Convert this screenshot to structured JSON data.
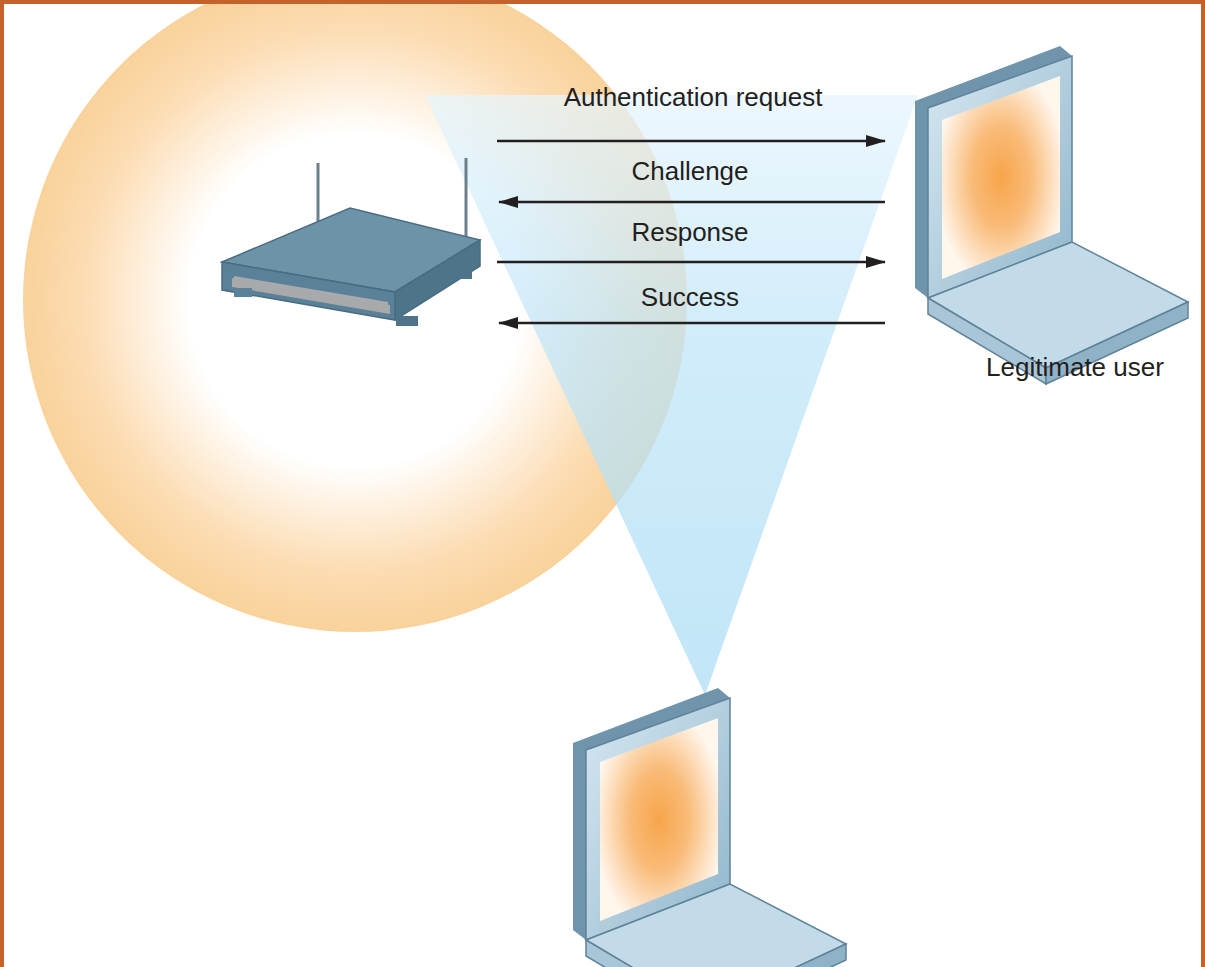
{
  "diagram": {
    "nodes": [
      {
        "text": [
          "Legitimate user"
        ]
      }
    ],
    "labels": [
      "Authentication request",
      "Challenge",
      "Response",
      "Success"
    ]
  }
}
